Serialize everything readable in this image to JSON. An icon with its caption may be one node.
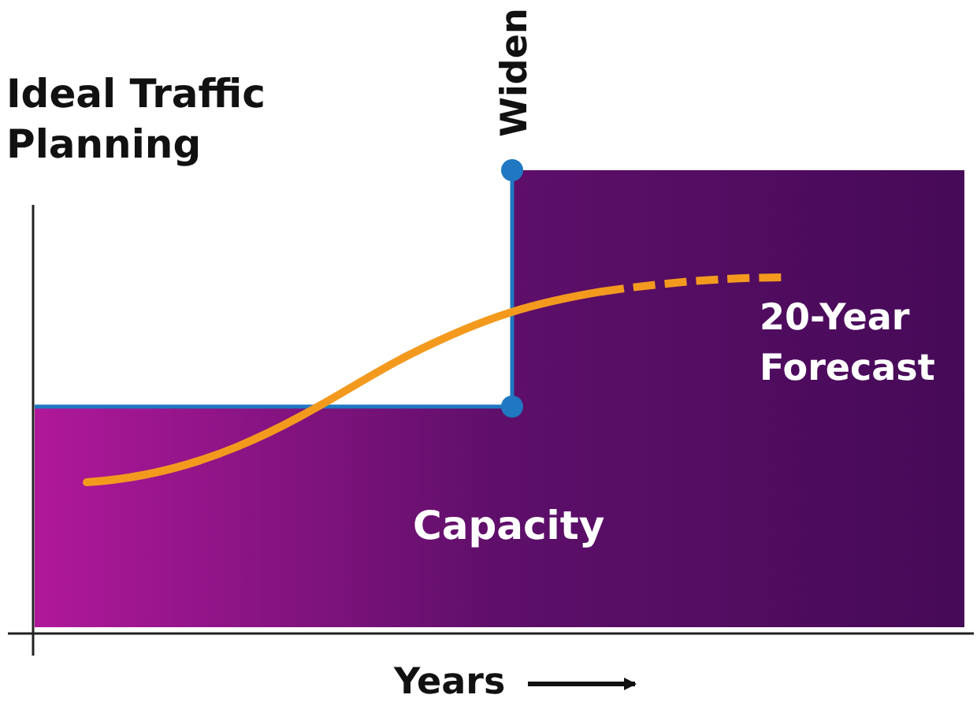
{
  "diagram": {
    "title": "Ideal Traffic Planning",
    "labels": [
      "Widen",
      "20-Year Forecast",
      "Capacity",
      "Years"
    ]
  }
}
